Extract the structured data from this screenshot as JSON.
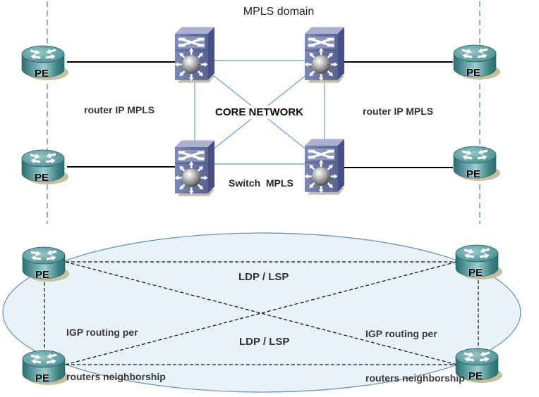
{
  "labels": {
    "title": "MPLS domain",
    "core_network": "CORE NETWORK",
    "router_ip_mpls_left": "router IP MPLS",
    "router_ip_mpls_right": "router IP MPLS",
    "switch_mpls": "Switch  MPLS",
    "ldp_lsp_top": "LDP / LSP",
    "ldp_lsp_bottom": "LDP / LSP",
    "igp_left": {
      "line1": "IGP routing per",
      "line2": "routers neighborship"
    },
    "igp_right": {
      "line1": "IGP routing per",
      "line2": "routers neighborship"
    },
    "pe": "PE"
  },
  "colors": {
    "boundary_dash": "#8fb4d8",
    "switch_link": "#74aadd",
    "pe_link": "#000000",
    "mesh_dash": "#1a1a1a",
    "ellipse_fill": "#e9f1f9",
    "ellipse_stroke": "#6b96c1",
    "router_teal": "#3e8588",
    "switch_blue": "#6773a6"
  }
}
